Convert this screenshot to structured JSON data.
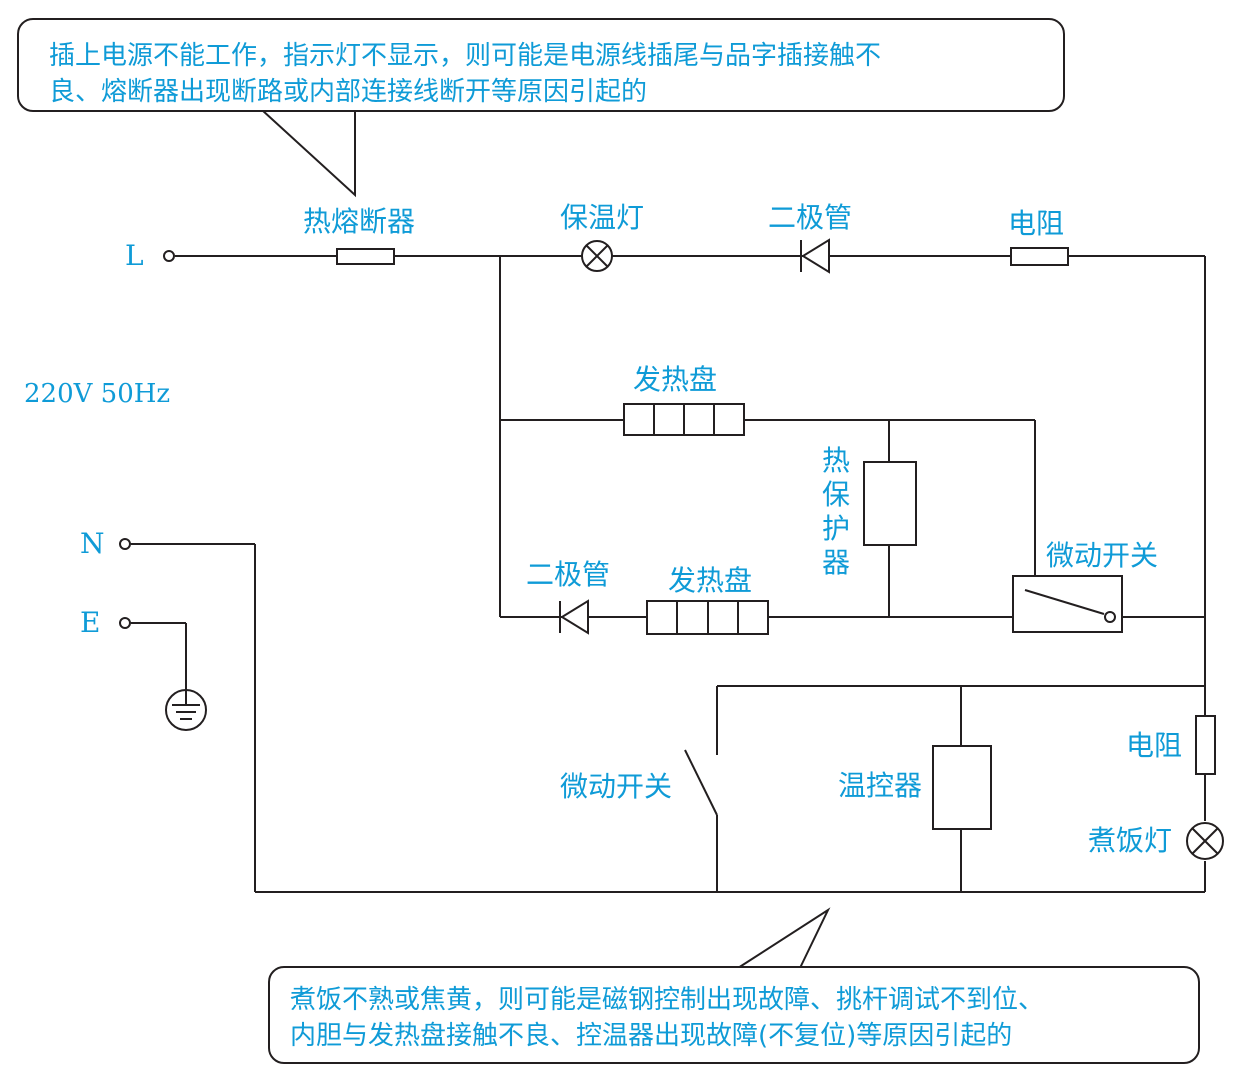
{
  "callouts": {
    "top": {
      "line1": "插上电源不能工作，指示灯不显示，则可能是电源线插尾与品字插接触不",
      "line2": "良、熔断器出现断路或内部连接线断开等原因引起的"
    },
    "bottom": {
      "line1": "煮饭不熟或焦黄，则可能是磁钢控制出现故障、挑杆调试不到位、",
      "line2": "内胆与发热盘接触不良、控温器出现故障(不复位)等原因引起的"
    }
  },
  "terminals": {
    "L": "L",
    "N": "N",
    "E": "E",
    "supply": "220V 50Hz"
  },
  "components": {
    "thermal_fuse": "热熔断器",
    "keep_warm_lamp": "保温灯",
    "diode_top": "二极管",
    "resistor_top": "电阻",
    "heating_plate_upper": "发热盘",
    "thermal_protector": [
      "热",
      "保",
      "护",
      "器"
    ],
    "micro_switch_right": "微动开关",
    "diode_lower": "二极管",
    "heating_plate_lower": "发热盘",
    "micro_switch_bottom": "微动开关",
    "thermostat": "温控器",
    "resistor_right": "电阻",
    "cooking_lamp": "煮饭灯"
  },
  "colors": {
    "label": "#0f9bd7",
    "line": "#231f20"
  }
}
